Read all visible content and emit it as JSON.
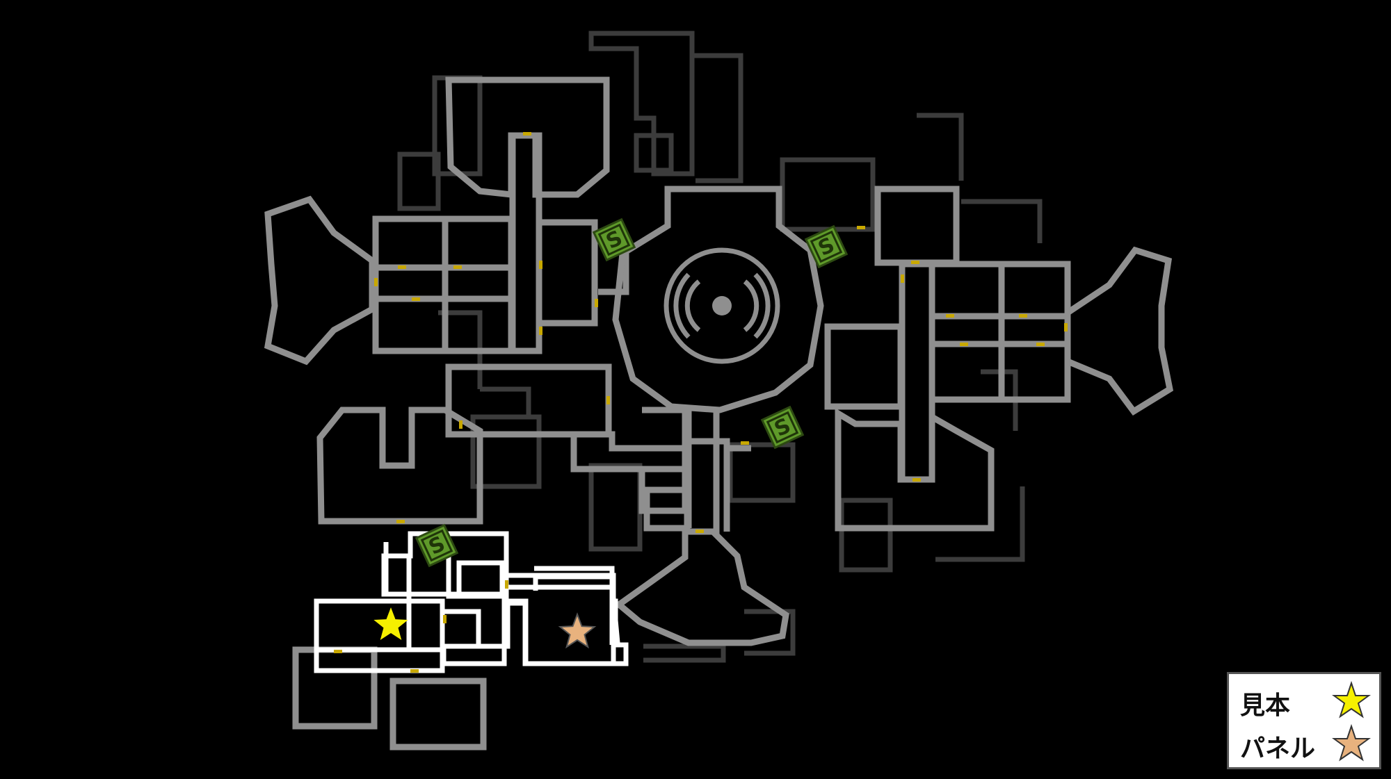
{
  "map": {
    "save_points": [
      {
        "label": "S"
      },
      {
        "label": "S"
      },
      {
        "label": "S"
      },
      {
        "label": "S"
      }
    ],
    "markers": [
      {
        "kind": "sample",
        "color": "#f5f000"
      },
      {
        "kind": "panel",
        "color": "#e8b27e"
      }
    ],
    "colors": {
      "background": "#000000",
      "wall": "#8a8a8a",
      "wall_dark": "#444444",
      "wall_highlight": "#ffffff",
      "door": "#c8a800",
      "save_point": "#5f9a2a"
    }
  },
  "legend": {
    "items": [
      {
        "label": "見本",
        "star_color": "#f5f000"
      },
      {
        "label": "パネル",
        "star_color": "#e8b27e"
      }
    ]
  }
}
